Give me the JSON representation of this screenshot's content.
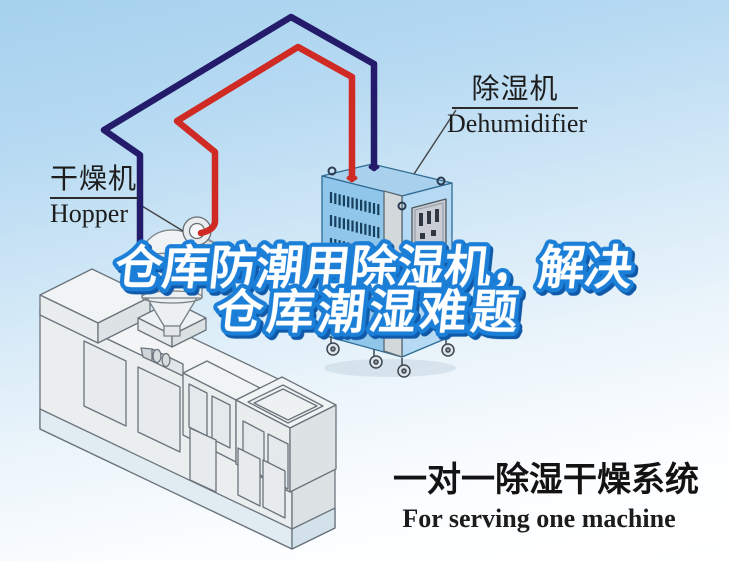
{
  "background": {
    "sky_top_color": "#a5d1ee",
    "sky_bottom_color": "#ffffff"
  },
  "title": {
    "line1": "仓库防潮用除湿机，解决",
    "line2": "仓库潮湿难题",
    "fill_color": "#ffffff",
    "outline_color": "#1b7ed7",
    "shadow_color": "#1059a8"
  },
  "equipment_labels": {
    "hopper": {
      "zh": "干燥机",
      "en": "Hopper"
    },
    "dehumidifier": {
      "zh": "除湿机",
      "en": "Dehumidifier"
    }
  },
  "caption": {
    "zh": "一对一除湿干燥系统",
    "en": "For serving one machine"
  },
  "diagram": {
    "dehumidifier_body_color": "#9ccdee",
    "hot_air_pipe_color": "#cf2b24",
    "return_air_pipe_color": "#241c6b",
    "machine_fill_color": "#eaeeef",
    "label_text_color": "#1d1d1d"
  }
}
